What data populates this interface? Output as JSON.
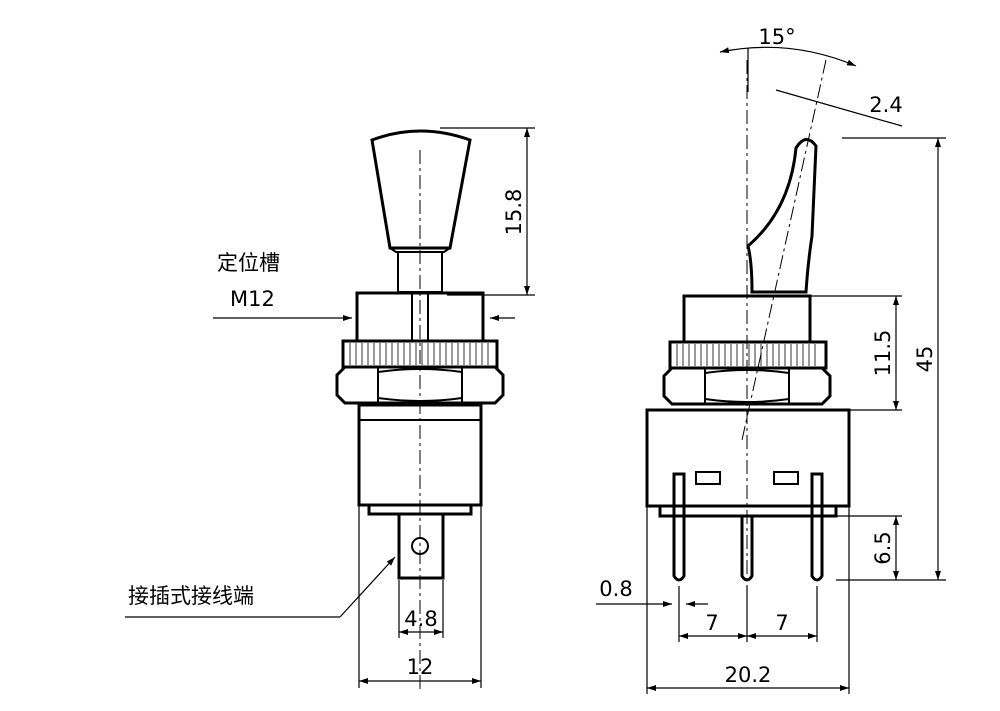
{
  "left_view": {
    "label_slot": "定位槽",
    "label_thread": "M12",
    "label_terminal": "接插式接线端",
    "dim_handle_height": "15.8",
    "dim_terminal_width": "4.8",
    "dim_body_width": "12"
  },
  "right_view": {
    "dim_angle": "15°",
    "dim_lever_width": "2.4",
    "dim_bushing_height": "11.5",
    "dim_total_height": "45",
    "dim_pin_length": "6.5",
    "dim_pin_thickness": "0.8",
    "dim_pin_pitch_left": "7",
    "dim_pin_pitch_right": "7",
    "dim_body_width": "20.2"
  }
}
